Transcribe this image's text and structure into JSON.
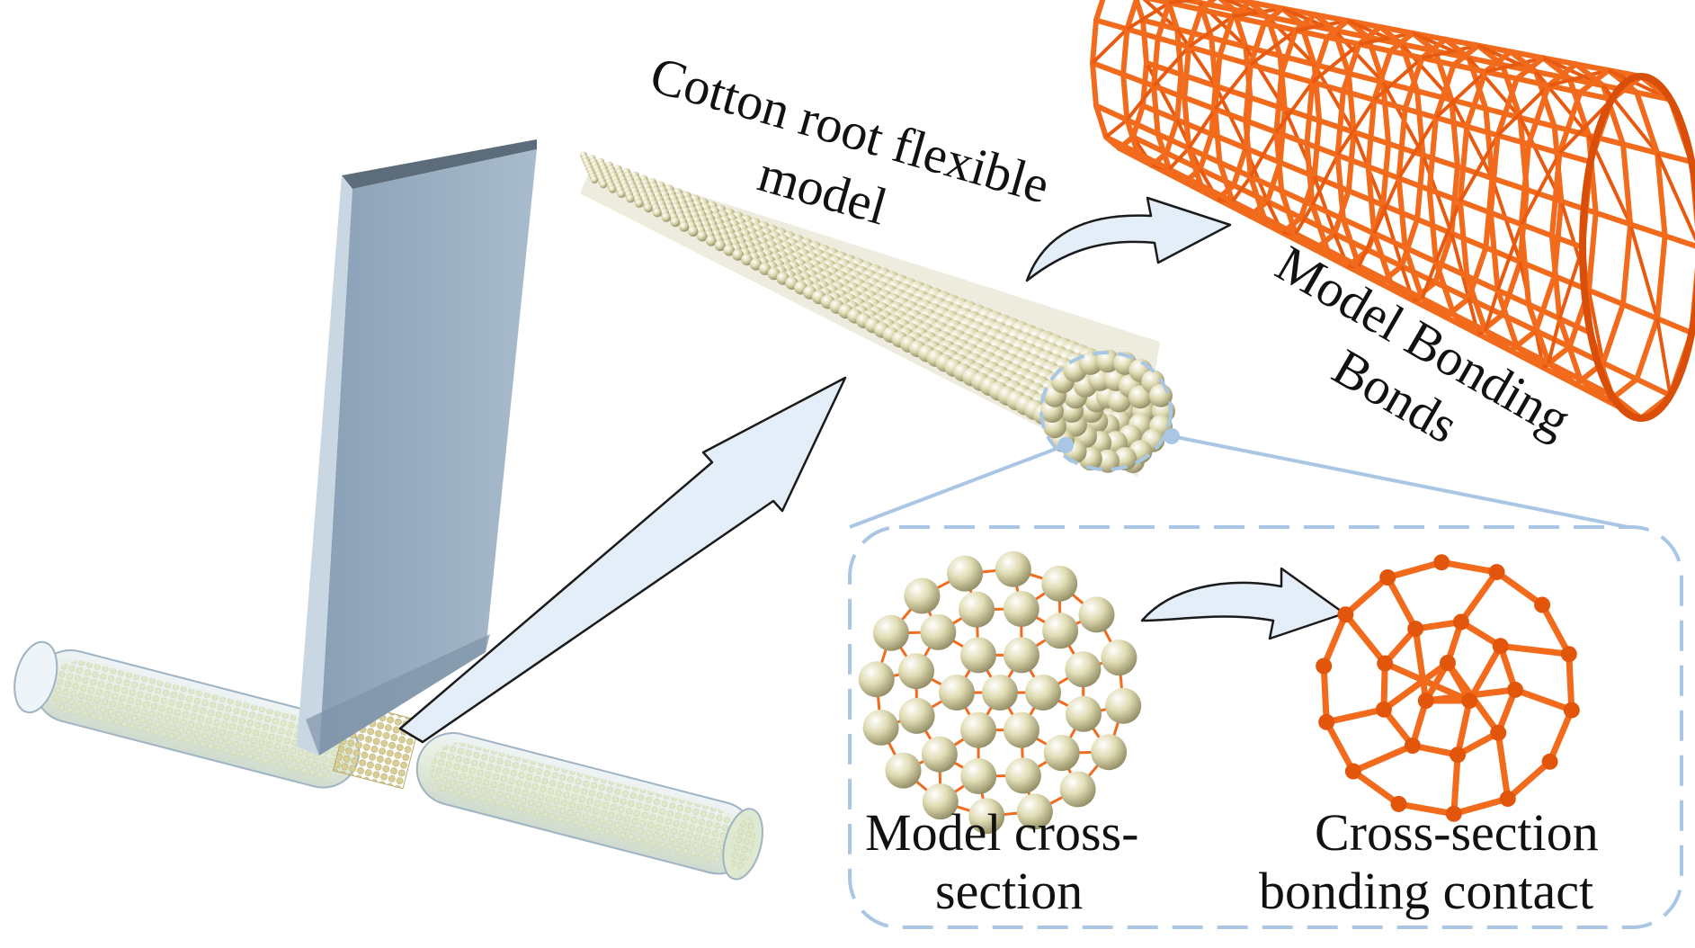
{
  "labels": {
    "flexible_model_line1": "Cotton root flexible",
    "flexible_model_line2": "model",
    "bonds_line1": "Model Bonding",
    "bonds_line2": "Bonds",
    "cross_section_line1": "Model cross-",
    "cross_section_line2": "section",
    "bonding_contact_line1": "Cross-section",
    "bonding_contact_line2": "bonding contact"
  },
  "colors": {
    "blade_face": "#9fb4c8",
    "blade_edge": "#6f8294",
    "particle": "#e0dcb4",
    "bond": "#f26a1b",
    "callout": "#a9c7e4",
    "arrow_fill": "#e4eef8",
    "arrow_stroke": "#1a1a1a"
  }
}
